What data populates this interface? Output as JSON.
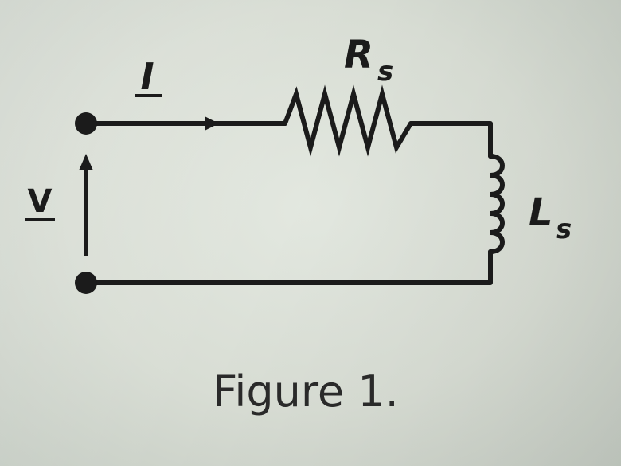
{
  "labels": {
    "current": "I",
    "voltage": "V",
    "resistor": "R",
    "resistor_sub": "s",
    "inductor": "L",
    "inductor_sub": "s"
  },
  "caption": "Figure 1."
}
